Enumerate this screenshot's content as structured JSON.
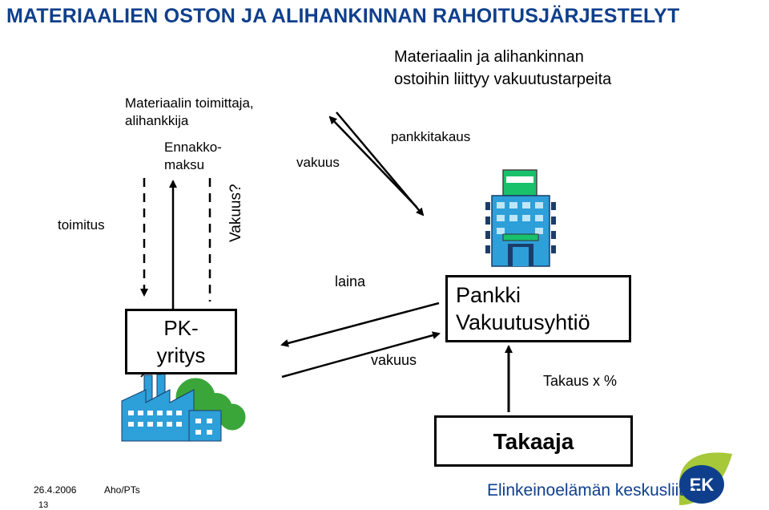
{
  "title": "MATERIAALIEN OSTON JA ALIHANKINNAN RAHOITUSJÄRJESTELYT",
  "notes": {
    "supplier_line1": "Materiaalin toimittaja,",
    "supplier_line2": "alihankkija",
    "needs_line1": "Materiaalin ja alihankinnan",
    "needs_line2": "ostoihin liittyy vakuutustarpeita"
  },
  "labels": {
    "delivery": "toimitus",
    "advance_line1": "Ennakko-",
    "advance_line2": "maksu",
    "security_question": "Vakuus?",
    "security_top": "vakuus",
    "bank_guarantee": "pankkitakaus",
    "loan": "laina",
    "security_bottom": "vakuus",
    "guarantee_pct": "Takaus x %"
  },
  "boxes": {
    "company_line1": "PK-",
    "company_line2": "yritys",
    "bank_line1": "Pankki",
    "bank_line2": "Vakuutusyhtiö",
    "guarantor": "Takaaja"
  },
  "footer": {
    "date": "26.4.2006",
    "author": "Aho/PTs",
    "page": "13",
    "org": "Elinkeinoelämän keskusliitto",
    "logo_text": "EK"
  },
  "colors": {
    "title": "#0f3f8c",
    "factory_blue": "#2d9fd9",
    "tree_green": "#3aa63a",
    "building_green": "#19c16b",
    "logo_blue": "#0f3f8c",
    "logo_swoosh": "#a7c838"
  }
}
